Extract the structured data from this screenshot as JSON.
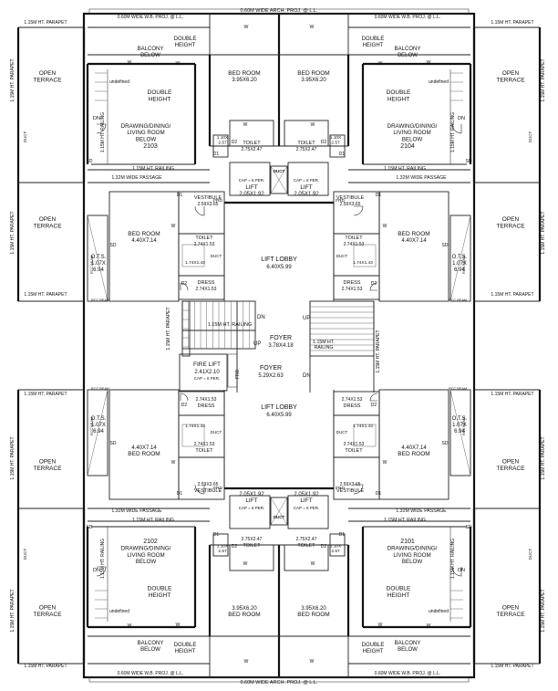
{
  "plan": {
    "projection_label_top": "0.60M WIDE ARCH. PROJ. @ L.L.",
    "projection_label_bottom": "0.60M WIDE ARCH. PROJ. @ L.L.",
    "wb_projection_label": "0.60M WIDE W.B. PROJ. @ L.L.",
    "parapet_label": "1.15M HT. PARAPET",
    "railing_label": "1.15M HT. RAILING",
    "railing_multiline": "1.15M HT.\nRAILING",
    "passage_label": "1.32M WIDE PASSAGE",
    "core": {
      "lift_lobby_top": {
        "name": "LIFT LOBBY",
        "size": "6.40X5.99"
      },
      "lift_lobby_bottom": {
        "name": "LIFT LOBBY",
        "size": "6.40X5.99"
      },
      "foyer_1": {
        "name": "FOYER",
        "size": "3.78X4.18"
      },
      "foyer_2": {
        "name": "FOYER",
        "size": "5.29X2.63"
      },
      "fire_lift": {
        "name": "FIRE LIFT",
        "size": "2.41X2.10",
        "cap": "CAP = 6 PER."
      },
      "lift": {
        "name": "LIFT",
        "size": "2.05X1.92",
        "cap": "CAP = 6 PER."
      },
      "dn": "DN",
      "up": "UP"
    },
    "flat_rooms": {
      "double_height": "DOUBLE\nHEIGHT",
      "balcony_below": "BALCONY\nBELOW",
      "open_terrace": "OPEN\nTERRACE",
      "drawing": "DRAWING/DINING/\nLIVING ROOM\nBELOW",
      "bed_room_a": {
        "name": "BED ROOM",
        "size": "3.95X6.20"
      },
      "bed_room_b": {
        "name": "BED ROOM",
        "size": "4.40X7.14"
      },
      "toilet_a": {
        "name": "TOILET",
        "size": "2.75X2.47"
      },
      "toilet_b": {
        "name": "TOILET",
        "size": "2.74X1.53"
      },
      "vestibule": {
        "name": "VESTIBULE",
        "size": "2.59X3.65"
      },
      "dress": {
        "name": "DRESS",
        "size": "2.74X1.53"
      },
      "ots": "O.T.S.\n1.07X\n6.94",
      "small_size": "1.74X1.43",
      "duct": "DUCT",
      "frd": "FRD",
      "sd": "SD",
      "rcc_beam": "RCC BEAM",
      "size_110": "1.10X\n2.57",
      "marks": {
        "d1": "D1",
        "d2": "D2",
        "w": "W",
        "dn": "DN"
      }
    },
    "flat_numbers": [
      "2103",
      "2104",
      "2102",
      "2101"
    ],
    "colors": {
      "line": "#111111",
      "flat_number": "#d01c1c"
    }
  }
}
